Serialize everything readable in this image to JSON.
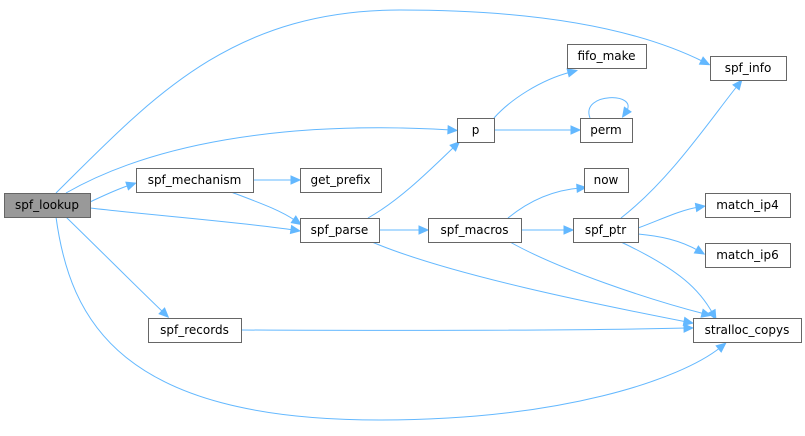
{
  "diagram": {
    "type": "call-graph",
    "colors": {
      "edge": "#63b8ff",
      "root_fill": "#999999",
      "node_fill": "#ffffff",
      "node_border": "#666666"
    },
    "nodes": [
      {
        "id": "spf_lookup",
        "label": "spf_lookup",
        "root": true
      },
      {
        "id": "spf_mechanism",
        "label": "spf_mechanism"
      },
      {
        "id": "get_prefix",
        "label": "get_prefix"
      },
      {
        "id": "p",
        "label": "p"
      },
      {
        "id": "fifo_make",
        "label": "fifo_make"
      },
      {
        "id": "perm",
        "label": "perm"
      },
      {
        "id": "spf_info",
        "label": "spf_info"
      },
      {
        "id": "spf_parse",
        "label": "spf_parse"
      },
      {
        "id": "spf_macros",
        "label": "spf_macros"
      },
      {
        "id": "now",
        "label": "now"
      },
      {
        "id": "spf_ptr",
        "label": "spf_ptr"
      },
      {
        "id": "match_ip4",
        "label": "match_ip4"
      },
      {
        "id": "match_ip6",
        "label": "match_ip6"
      },
      {
        "id": "spf_records",
        "label": "spf_records"
      },
      {
        "id": "stralloc_copys",
        "label": "stralloc_copys"
      }
    ],
    "edges": [
      {
        "from": "spf_lookup",
        "to": "spf_info"
      },
      {
        "from": "spf_lookup",
        "to": "p"
      },
      {
        "from": "spf_lookup",
        "to": "spf_mechanism"
      },
      {
        "from": "spf_lookup",
        "to": "spf_parse"
      },
      {
        "from": "spf_lookup",
        "to": "spf_records"
      },
      {
        "from": "spf_lookup",
        "to": "stralloc_copys"
      },
      {
        "from": "spf_mechanism",
        "to": "get_prefix"
      },
      {
        "from": "spf_mechanism",
        "to": "spf_parse"
      },
      {
        "from": "p",
        "to": "fifo_make"
      },
      {
        "from": "p",
        "to": "perm"
      },
      {
        "from": "perm",
        "to": "perm"
      },
      {
        "from": "spf_parse",
        "to": "p"
      },
      {
        "from": "spf_parse",
        "to": "spf_macros"
      },
      {
        "from": "spf_parse",
        "to": "stralloc_copys"
      },
      {
        "from": "spf_macros",
        "to": "now"
      },
      {
        "from": "spf_macros",
        "to": "spf_ptr"
      },
      {
        "from": "spf_macros",
        "to": "stralloc_copys"
      },
      {
        "from": "spf_ptr",
        "to": "spf_info"
      },
      {
        "from": "spf_ptr",
        "to": "match_ip4"
      },
      {
        "from": "spf_ptr",
        "to": "match_ip6"
      },
      {
        "from": "spf_ptr",
        "to": "stralloc_copys"
      },
      {
        "from": "spf_records",
        "to": "stralloc_copys"
      }
    ]
  }
}
